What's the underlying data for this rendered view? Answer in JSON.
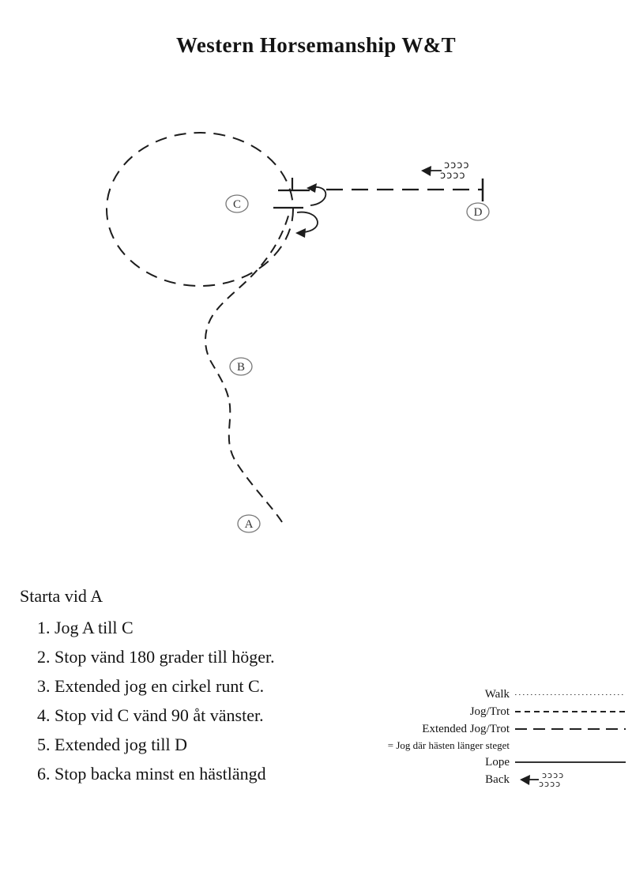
{
  "title": "Western Horsemanship W&T",
  "diagram": {
    "markers": {
      "a": "A",
      "b": "B",
      "c": "C",
      "d": "D"
    },
    "back_tracks": "ɔɔɔɔ"
  },
  "instructions": {
    "start": "Starta vid A",
    "steps": [
      "1.  Jog A till C",
      "2.  Stop vänd 180 grader till höger.",
      "3.  Extended jog en cirkel runt C.",
      "4. Stop vid C vänd 90 åt vänster.",
      "5.  Extended jog till D",
      "6. Stop backa minst en hästlängd"
    ]
  },
  "legend": {
    "walk": "Walk",
    "jog": "Jog/Trot",
    "extended": "Extended Jog/Trot",
    "extended_note": "= Jog där hästen länger steget",
    "lope": "Lope",
    "back": "Back",
    "back_tracks": "ɔɔɔɔ",
    "line_styles": {
      "walk": "fine-dotted",
      "jog": "dashed",
      "extended": "long-dashed",
      "lope": "solid",
      "back": "arrow-left-with-hoofprints"
    }
  },
  "colors": {
    "ink": "#1c1c1c",
    "marker_outline": "#777777",
    "background": "#ffffff"
  }
}
